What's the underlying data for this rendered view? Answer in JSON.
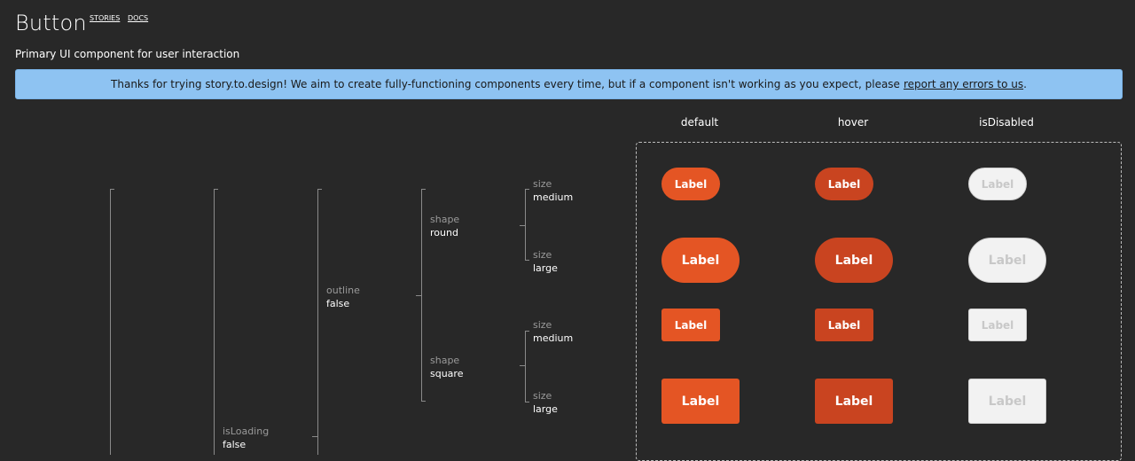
{
  "header": {
    "title": "Button",
    "tabs": [
      {
        "label": "STORIES"
      },
      {
        "label": "DOCS"
      }
    ],
    "subtitle": "Primary UI component for user interaction"
  },
  "banner": {
    "text": "Thanks for trying story.to.design! We aim to create fully-functioning components every time, but if a component isn't working as you expect, please",
    "link": "report any errors to us",
    "suffix": "."
  },
  "columns": [
    "default",
    "hover",
    "isDisabled"
  ],
  "tree": {
    "isLoading": {
      "key": "isLoading",
      "value": "false"
    },
    "outline": {
      "key": "outline",
      "value": "false"
    },
    "shape_round": {
      "key": "shape",
      "value": "round"
    },
    "shape_square": {
      "key": "shape",
      "value": "square"
    },
    "size_round_medium": {
      "key": "size",
      "value": "medium"
    },
    "size_round_large": {
      "key": "size",
      "value": "large"
    },
    "size_square_medium": {
      "key": "size",
      "value": "medium"
    },
    "size_square_large": {
      "key": "size",
      "value": "large"
    }
  },
  "button_label": "Label",
  "colors": {
    "accent": "#e45524",
    "accent_hover": "#c94420",
    "disabled_bg": "#f2f2f2",
    "disabled_text": "#c8c8c8",
    "banner_bg": "#8ec3f2",
    "background": "#282828"
  }
}
